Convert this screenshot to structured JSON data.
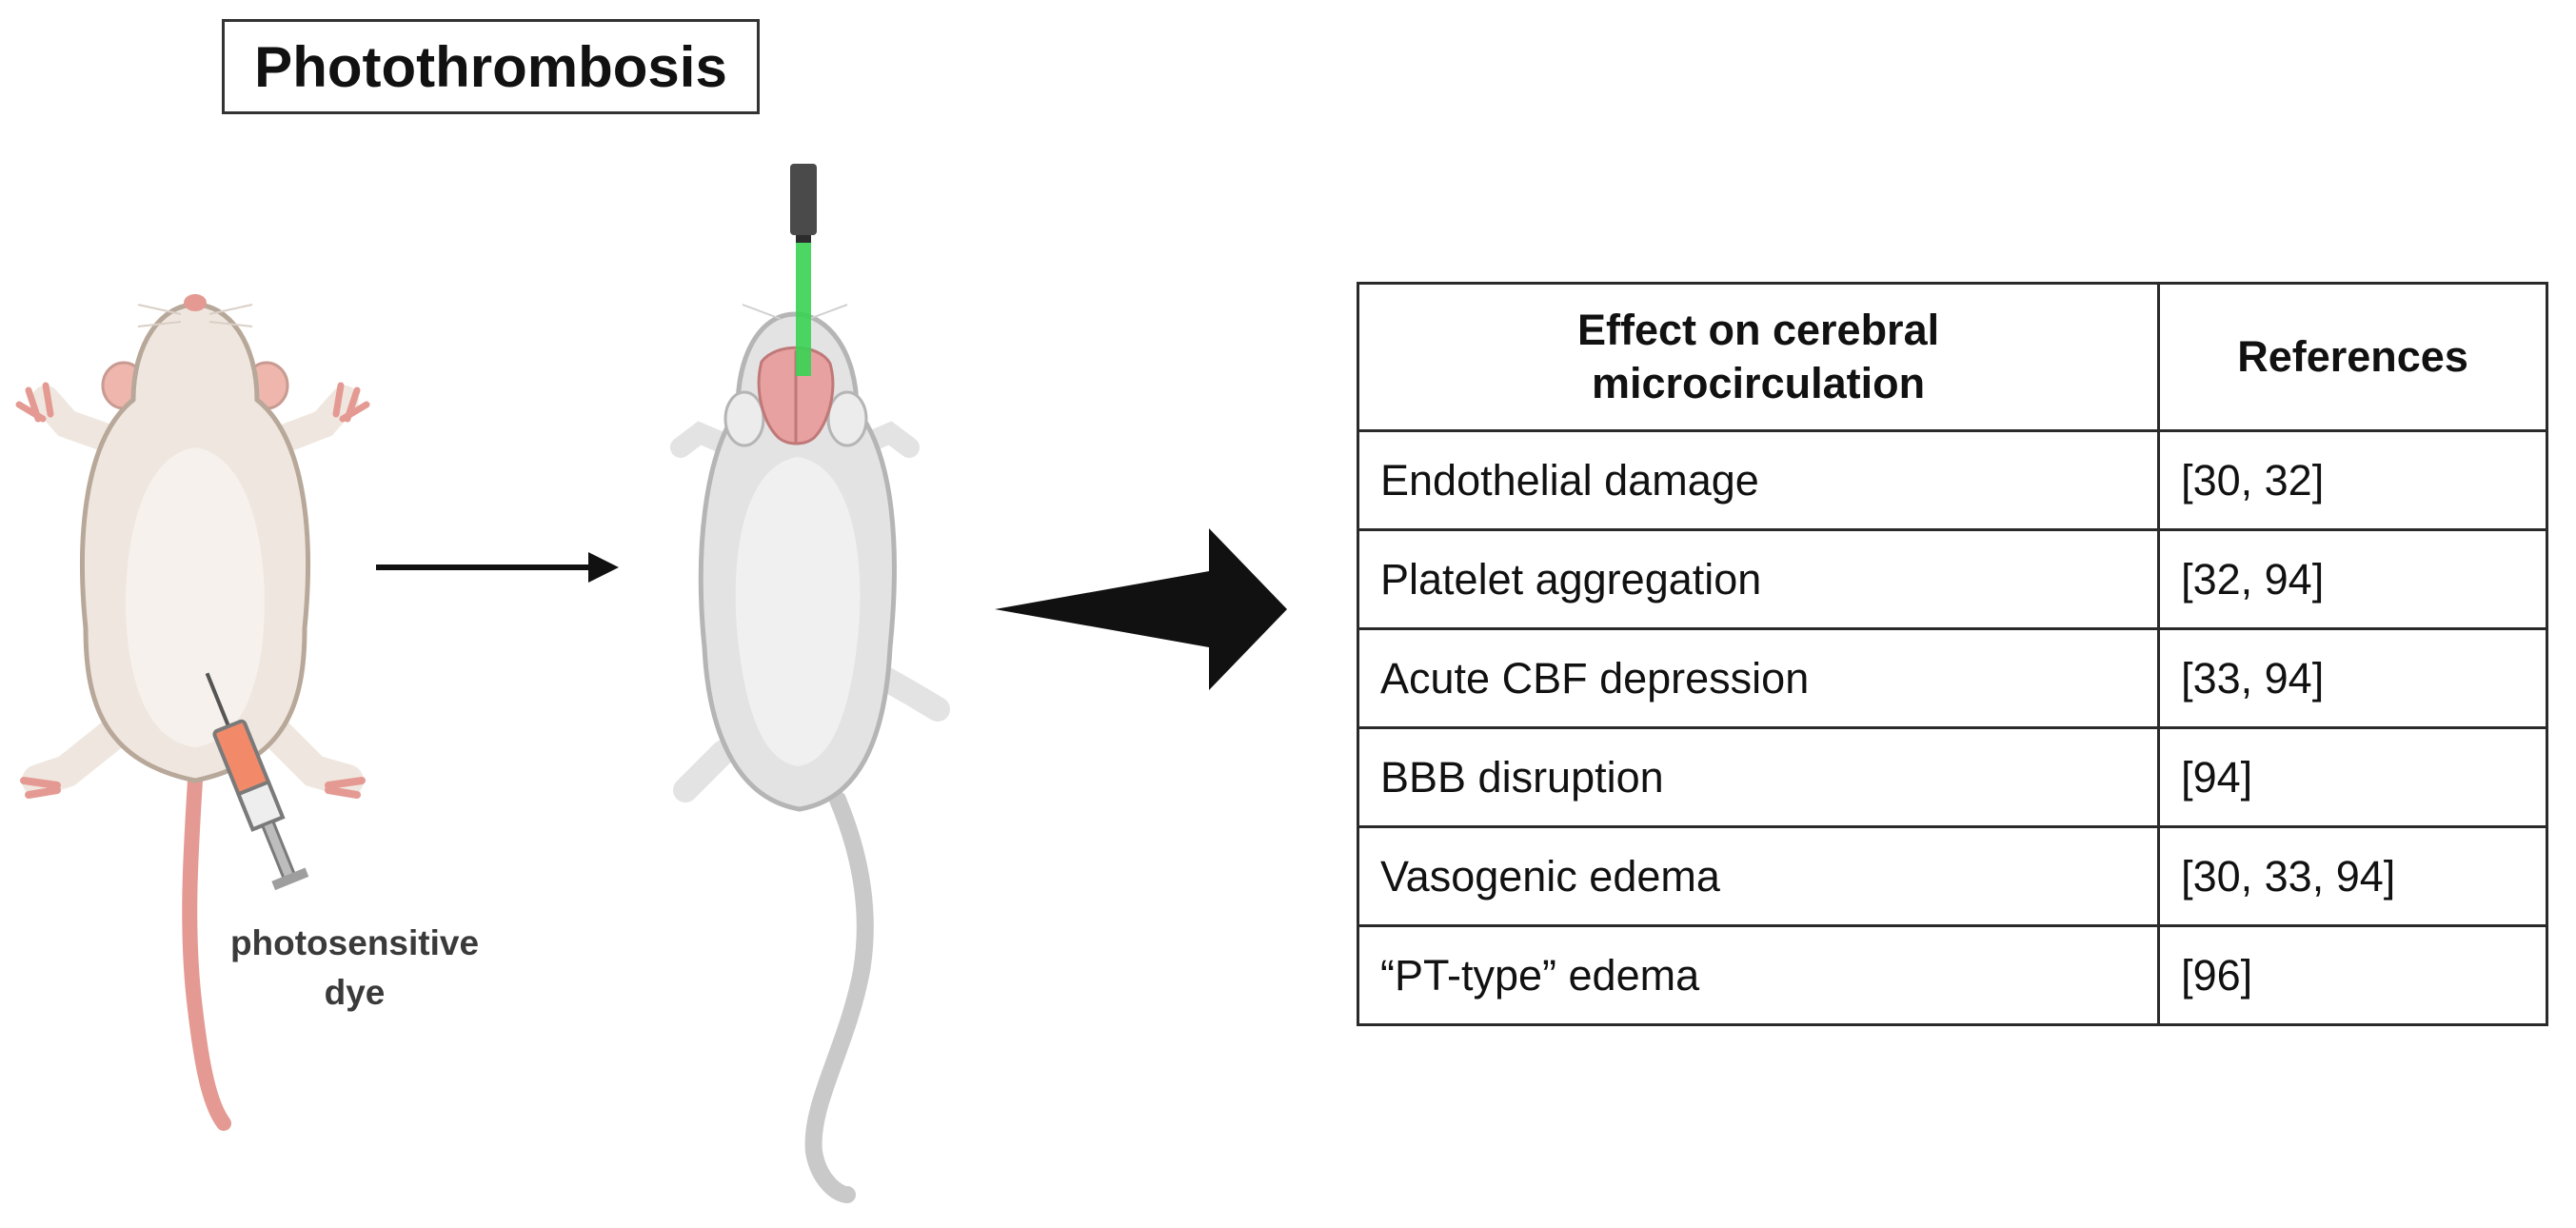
{
  "figure": {
    "title": "Photothrombosis",
    "dye_label_line1": "photosensitive",
    "dye_label_line2": "dye"
  },
  "table": {
    "headers": {
      "effect_line1": "Effect on cerebral",
      "effect_line2": "microcirculation",
      "references": "References"
    },
    "rows": [
      {
        "effect": "Endothelial damage",
        "refs": "[30, 32]"
      },
      {
        "effect": "Platelet aggregation",
        "refs": "[32, 94]"
      },
      {
        "effect": "Acute CBF depression",
        "refs": "[33, 94]"
      },
      {
        "effect": "BBB disruption",
        "refs": "[94]"
      },
      {
        "effect": "Vasogenic edema",
        "refs": "[30, 33, 94]"
      },
      {
        "effect": "“PT-type” edema",
        "refs": "[96]"
      }
    ]
  },
  "icons": {
    "mouse_supine": "mouse-supine-illustration",
    "syringe": "syringe-icon",
    "mouse_prone": "mouse-prone-illustration",
    "light_source": "laser-light-source-icon",
    "small_arrow": "arrow-right-icon",
    "large_arrow": "large-arrow-right-icon"
  },
  "colors": {
    "laser_beam": "#39d353",
    "mouse_skin": "#efe7df",
    "mouse_outline": "#b8a89a",
    "mouse_grey": "#e3e3e3",
    "tail_pink": "#e49a93",
    "brain_pink": "#e8a1a1",
    "syringe_fill": "#f28a6a",
    "arrow": "#111111"
  }
}
